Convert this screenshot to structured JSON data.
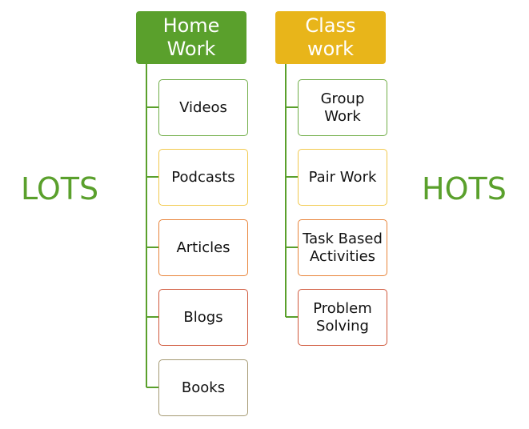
{
  "side_labels": {
    "left": "LOTS",
    "right": "HOTS"
  },
  "columns": [
    {
      "header": "Home Work",
      "header_color": "#5aa02c",
      "items": [
        {
          "label": "Videos",
          "border_color": "#70ad47"
        },
        {
          "label": "Podcasts",
          "border_color": "#f2c94c"
        },
        {
          "label": "Articles",
          "border_color": "#e8843a"
        },
        {
          "label": "Blogs",
          "border_color": "#d0573a"
        },
        {
          "label": "Books",
          "border_color": "#a59a73"
        }
      ]
    },
    {
      "header": "Class work",
      "header_color": "#e8b51a",
      "items": [
        {
          "label": "Group Work",
          "border_color": "#70ad47"
        },
        {
          "label": "Pair Work",
          "border_color": "#f2c94c"
        },
        {
          "label": "Task Based Activities",
          "border_color": "#e8843a"
        },
        {
          "label": "Problem Solving",
          "border_color": "#d0573a"
        }
      ]
    }
  ],
  "connector_color": "#5aa02c"
}
